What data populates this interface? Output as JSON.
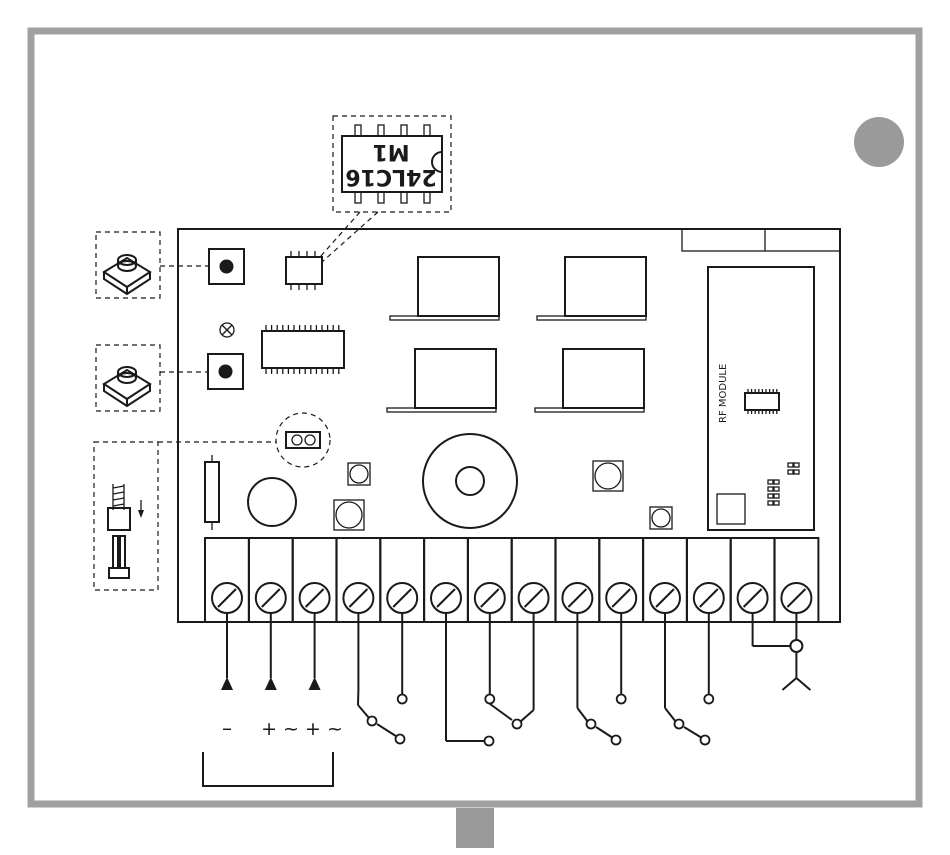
{
  "eeprom": {
    "line1": "24LC16",
    "line2": "M1"
  },
  "rf_module": {
    "label": "RF MODULE"
  },
  "power_labels": {
    "minus": "–",
    "plus_ac": "+ ~ + ~"
  },
  "colors": {
    "frame": "#a0a0a0",
    "marker": "#9a9a9a",
    "ink": "#1a1a1a"
  },
  "icons": {
    "top_marker": "gray-circle",
    "bottom_marker": "gray-rectangle",
    "led": "crossed-circle",
    "push_button": "tactile-switch",
    "jumper": "jumper-connector",
    "antenna": "antenna-symbol"
  }
}
